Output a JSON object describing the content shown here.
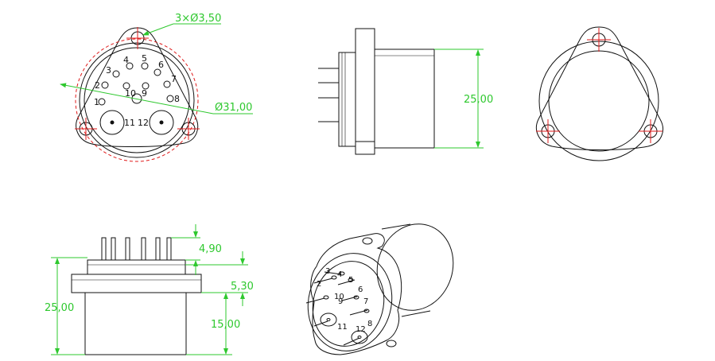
{
  "front_view": {
    "hole_callout": "3×Ø3,50",
    "diameter_callout": "Ø31,00",
    "pins": [
      {
        "label": "1"
      },
      {
        "label": "2"
      },
      {
        "label": "3"
      },
      {
        "label": "4"
      },
      {
        "label": "5"
      },
      {
        "label": "6"
      },
      {
        "label": "7"
      },
      {
        "label": "8"
      },
      {
        "label": "9"
      },
      {
        "label": "10"
      },
      {
        "label": "11"
      },
      {
        "label": "12"
      }
    ]
  },
  "side_view": {
    "height_dim": "25,00"
  },
  "bottom_view": {
    "total_height": "25,00",
    "pin_length": "4,90",
    "flange_thickness": "5,30",
    "body_height": "15,00"
  },
  "iso_view": {
    "labels": [
      "2",
      "3",
      "4",
      "5",
      "6",
      "7",
      "8",
      "9",
      "10",
      "11",
      "12"
    ]
  },
  "colors": {
    "outline": "#111111",
    "dimension": "#2ec82e",
    "centerline": "#e01b1b"
  }
}
